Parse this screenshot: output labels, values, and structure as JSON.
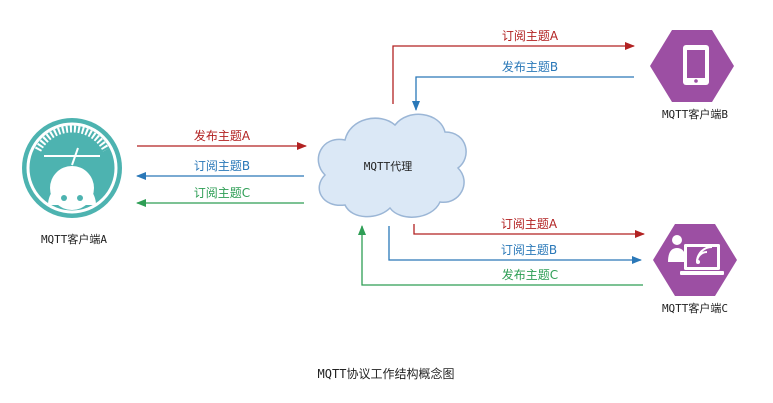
{
  "nodes": {
    "client_a": "MQTT客户端A",
    "client_b": "MQTT客户端B",
    "client_c": "MQTT客户端C",
    "broker": "MQTT代理"
  },
  "arrows": {
    "a_publish_a": "发布主题A",
    "a_subscribe_b": "订阅主题B",
    "a_subscribe_c": "订阅主题C",
    "b_subscribe_a": "订阅主题A",
    "b_publish_b": "发布主题B",
    "c_subscribe_a": "订阅主题A",
    "c_subscribe_b": "订阅主题B",
    "c_publish_c": "发布主题C"
  },
  "caption": "MQTT协议工作结构概念图",
  "colors": {
    "red": "#b22222",
    "blue": "#2a78b8",
    "green": "#2e9e55",
    "teal": "#4db3b0",
    "purple": "#9c4fa3",
    "cloud_fill": "#dbe8f6",
    "cloud_stroke": "#9bb6d6"
  },
  "icons": {
    "client_a": "speedometer-robot-icon",
    "client_b": "smartphone-icon",
    "client_c": "laptop-user-wifi-icon"
  }
}
